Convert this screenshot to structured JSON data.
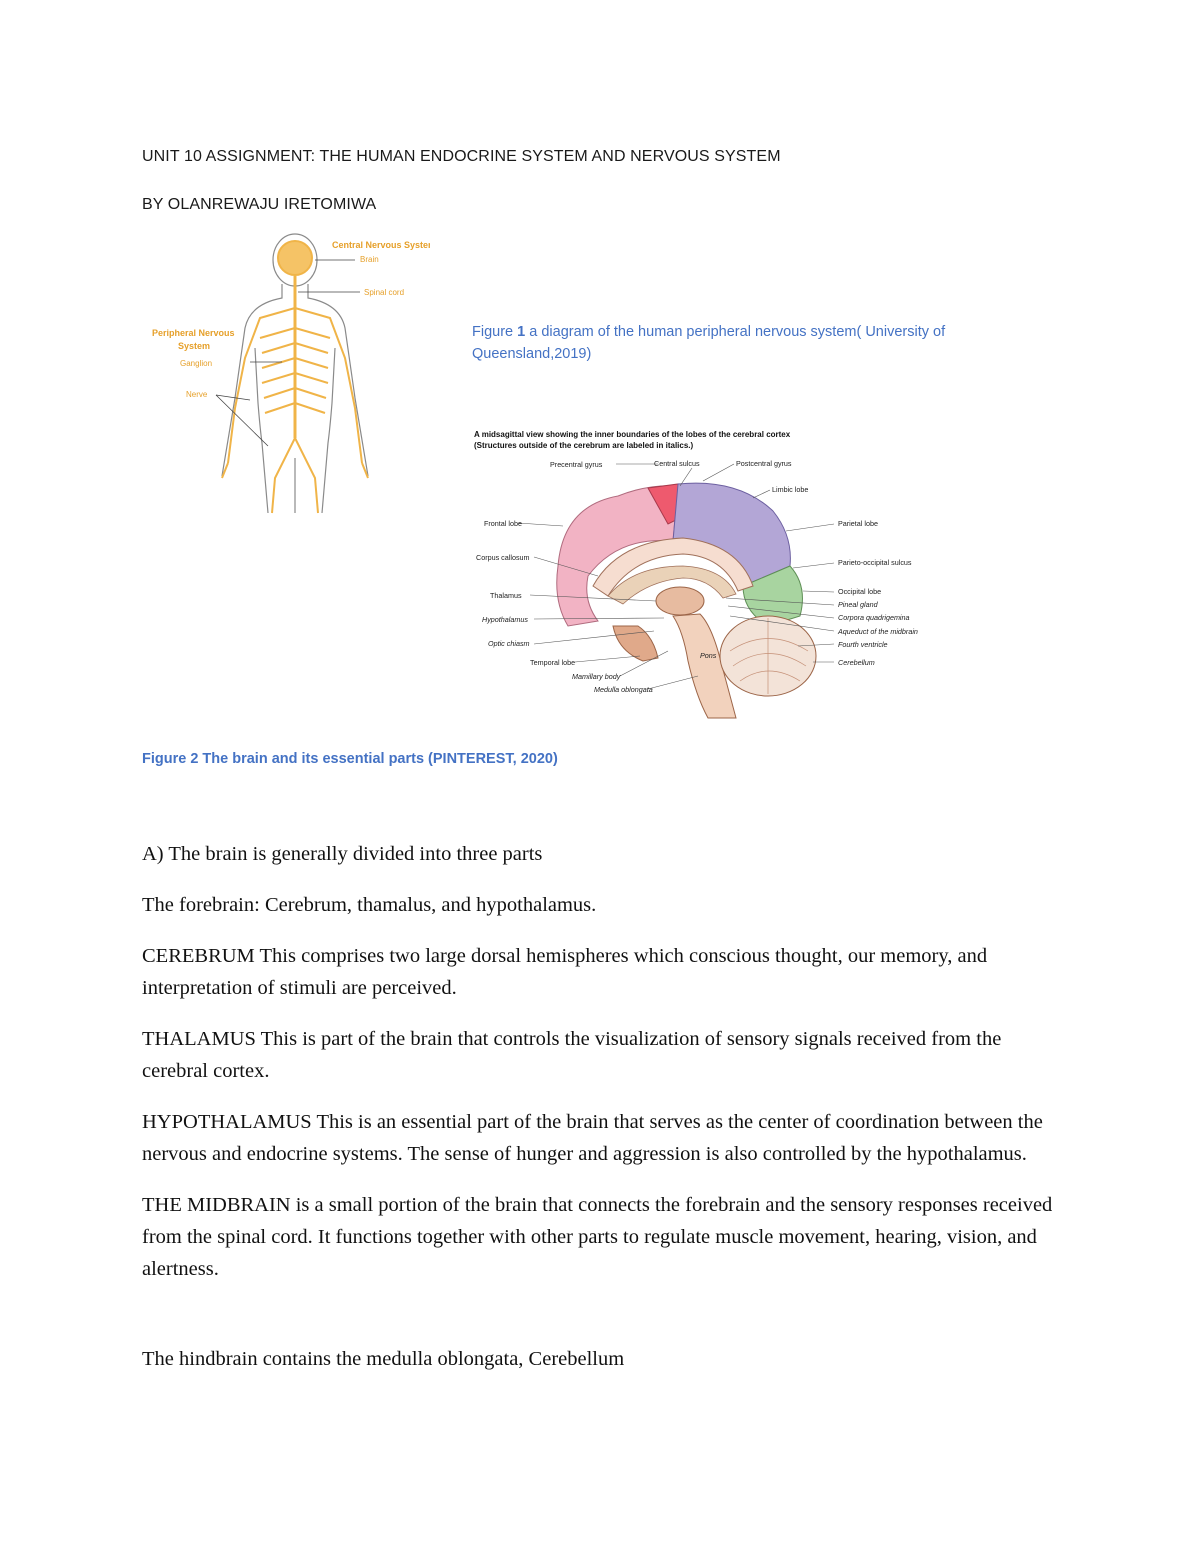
{
  "doc": {
    "title": "UNIT 10 ASSIGNMENT: THE HUMAN ENDOCRINE SYSTEM AND NERVOUS SYSTEM",
    "author": "BY OLANREWAJU IRETOMIWA"
  },
  "figure1": {
    "caption_prefix": "Figure ",
    "caption_num": "1",
    "caption_text": " a diagram of the human peripheral nervous system( University of Queensland,2019)",
    "labels": {
      "cns": "Central Nervous System",
      "brain": "Brain",
      "spinal": "Spinal cord",
      "pns1": "Peripheral Nervous",
      "pns2": "System",
      "ganglion": "Ganglion",
      "nerve": "Nerve"
    },
    "colors": {
      "nerve": "#f0b448",
      "body_outline": "#8a8a8a",
      "label": "#e6a02a"
    }
  },
  "figure2": {
    "caption": "Figure 2 The brain and its essential parts (PINTEREST, 2020)",
    "title1": "A midsagittal view showing the inner boundaries of the lobes of the cerebral cortex",
    "title2": "(Structures outside of the cerebrum are labeled in italics.)",
    "labels": {
      "precentral": "Precentral gyrus",
      "central_sulcus": "Central sulcus",
      "postcentral": "Postcentral gyrus",
      "limbic": "Limbic lobe",
      "frontal": "Frontal lobe",
      "parietal": "Parietal lobe",
      "corpus": "Corpus callosum",
      "parieto_occipital": "Parieto-occipital sulcus",
      "thalamus": "Thalamus",
      "occipital": "Occipital lobe",
      "pineal": "Pineal gland",
      "hypothalamus": "Hypothalamus",
      "corpora": "Corpora quadrigemina",
      "optic": "Optic chiasm",
      "aqueduct": "Aqueduct of the midbrain",
      "fourth": "Fourth ventricle",
      "temporal": "Temporal lobe",
      "cerebellum": "Cerebellum",
      "pons": "Pons",
      "mammillary": "Mamillary body",
      "medulla": "Medulla oblongata"
    },
    "colors": {
      "frontal": "#f2b3c4",
      "precentral": "#ee5a6e",
      "parietal": "#b3a6d6",
      "occipital": "#a8d4a0",
      "brainstem": "#e0a98a"
    }
  },
  "body": {
    "p1": "A) The brain is generally divided into three parts",
    "p2": "The forebrain: Cerebrum, thamalus, and hypothalamus.",
    "p3": "CEREBRUM This comprises two large dorsal hemispheres which conscious thought, our memory, and interpretation of stimuli are perceived.",
    "p4": "THALAMUS This is part of the brain that controls the visualization of sensory signals received from the cerebral cortex.",
    "p5": "HYPOTHALAMUS This is an essential part of the brain that serves as the center of coordination between the nervous and endocrine systems. The sense of hunger and aggression is also controlled by the hypothalamus.",
    "p6": "THE MIDBRAIN is a small portion of the brain that connects the forebrain and the sensory responses received from the spinal cord. It functions together with other parts to regulate muscle movement, hearing, vision, and alertness.",
    "p7": "The hindbrain contains the medulla oblongata, Cerebellum"
  }
}
